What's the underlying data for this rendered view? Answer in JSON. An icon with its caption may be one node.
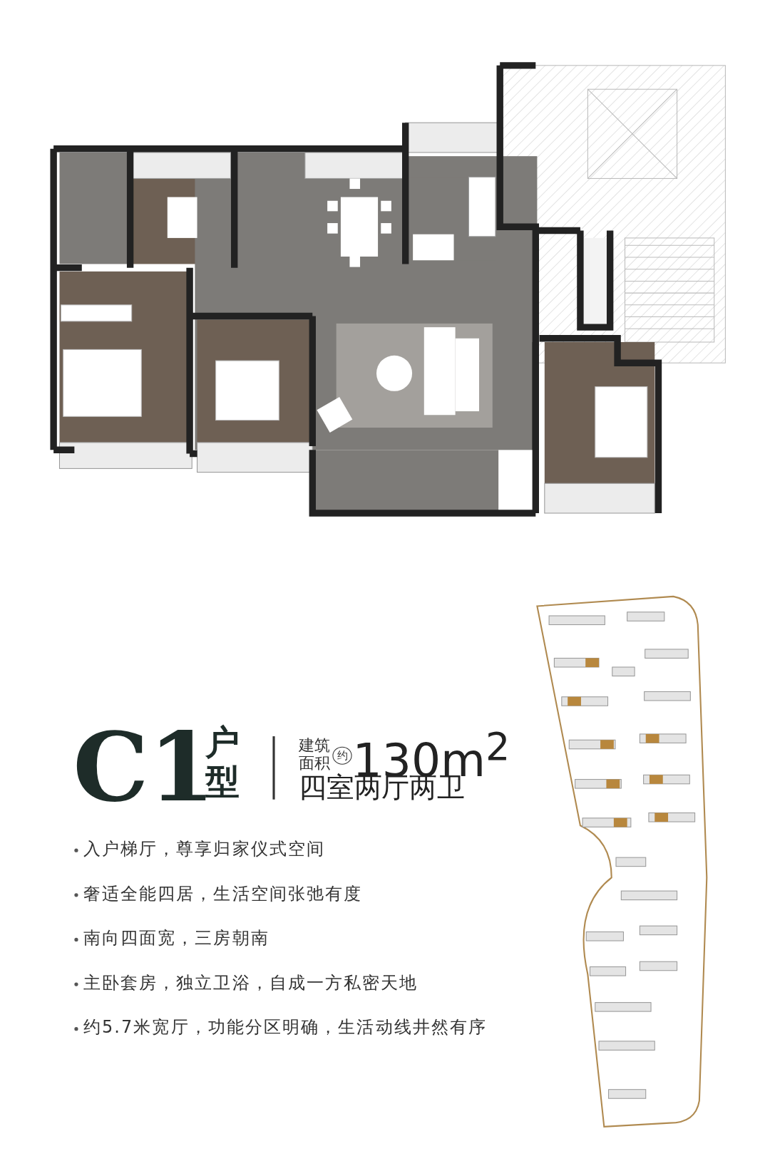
{
  "diagram": {
    "labels": [
      "C1",
      "户型",
      "建筑面积",
      "约",
      "130m$^{2}$",
      "四室两厅两卫",
      "入户梯厅，尊享归家仪式空间",
      "奢适全能四居，生活空间张弛有度",
      "南向四面宽，三房朝南",
      "主卧套房，独立卫浴，自成一方私密天地",
      "约5.7米宽厅，功能分区明确，生活动线井然有序"
    ]
  }
}
